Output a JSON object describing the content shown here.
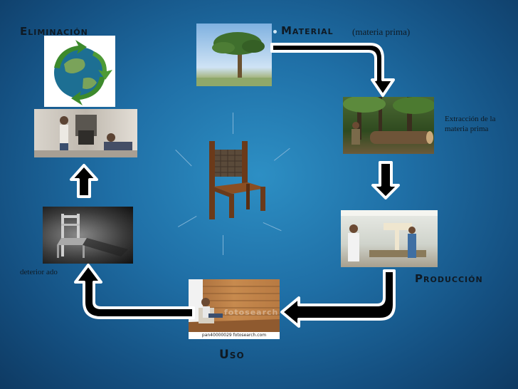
{
  "stages": {
    "eliminacion": "Eliminación",
    "material": "Material",
    "material_note": "(materia prima)",
    "extraccion": "Extracción de la materia prima",
    "produccion": "Producción",
    "uso": "Uso",
    "deteriorado": "deterior ado"
  },
  "watermark": {
    "brand": "fotosearch",
    "caption": "pan40000029 fotosearch.com"
  },
  "colors": {
    "background": "#1f6fa6",
    "arrow_fill": "#000000",
    "arrow_outline": "#ffffff",
    "text": "#0f1a24"
  },
  "icons": {
    "center": "wooden-chair",
    "recycle": "recycle-globe",
    "bullet": "bullet-dot"
  }
}
